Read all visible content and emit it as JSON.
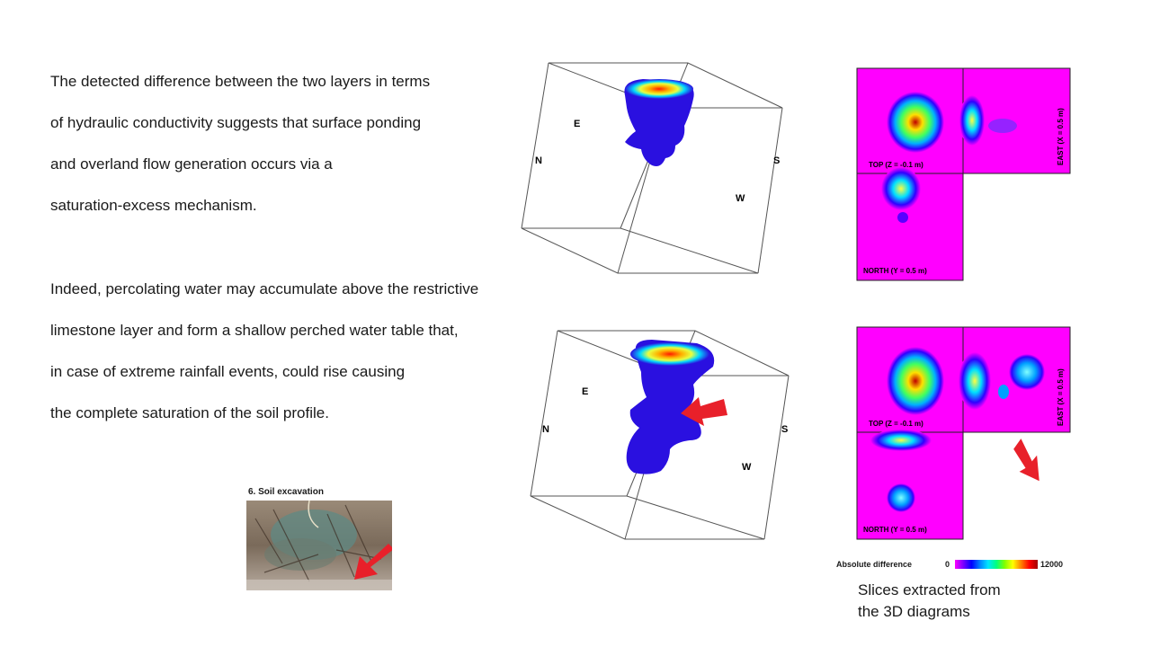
{
  "paragraph1": {
    "lines": [
      "The detected difference between the two layers in terms",
      "of hydraulic conductivity suggests that surface ponding",
      "and overland flow generation occurs via a",
      "saturation-excess mechanism."
    ]
  },
  "paragraph2": {
    "lines": [
      "Indeed, percolating water may accumulate above the restrictive",
      "limestone layer and form a shallow perched water table that,",
      "in case of extreme rainfall events, could rise causing",
      "the complete saturation of the soil profile."
    ]
  },
  "cube_top": {
    "label_e": "E",
    "label_n": "N",
    "label_s": "S",
    "label_w": "W"
  },
  "cube_bottom": {
    "label_e": "E",
    "label_n": "N",
    "label_s": "S",
    "label_w": "W"
  },
  "slices_top": {
    "top_label": "TOP (Z = -0.1 m)",
    "north_label": "NORTH (Y = 0.5 m)",
    "east_label": "EAST (X = 0.5 m)"
  },
  "slices_bottom": {
    "top_label": "TOP (Z = -0.1 m)",
    "north_label": "NORTH (Y = 0.5 m)",
    "east_label": "EAST (X = 0.5 m)"
  },
  "legend": {
    "label": "Absolute difference",
    "min": "0",
    "max": "12000"
  },
  "photo": {
    "title": "6. Soil excavation"
  },
  "caption": {
    "line1": "Slices extracted from",
    "line2": "the 3D diagrams"
  },
  "colors": {
    "slice_bg": "#ff00ff",
    "arrow": "#e8202a",
    "blob": "#2a10e0",
    "text": "#1a1a1a"
  }
}
